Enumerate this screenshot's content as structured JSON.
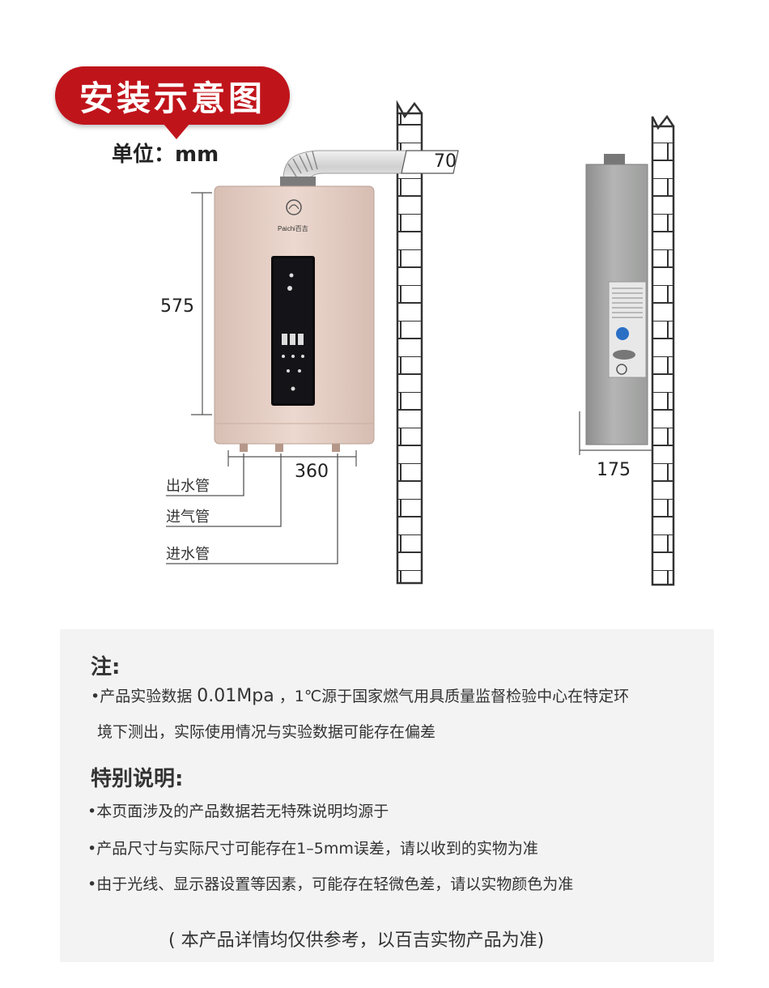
{
  "title": "安装示意图",
  "unit": "单位：mm",
  "dimensions": {
    "top": "70",
    "height": "575",
    "width": "360",
    "depth": "175"
  },
  "brand": "Paichi百吉",
  "pipes": [
    "出水管",
    "进气管",
    "进水管"
  ],
  "notes": {
    "heading": "注:",
    "line1_prefix": "•产品实验数据",
    "line1_value": "0.01Mpa",
    "line1_suffix": "，1℃源于国家燃气用具质量监督检验中心在特定环",
    "line2": "境下测出，实际使用情况与实验数据可能存在偏差",
    "special_heading": "特别说明:",
    "items": [
      "•本页面涉及的产品数据若无特殊说明均源于",
      "•产品尺寸与实际尺寸可能存在1–5mm误差，请以收到的实物为准",
      "•由于光线、显示器设置等因素，可能存在轻微色差，请以实物颜色为准"
    ],
    "footer": "( 本产品详情均仅供参考，以百吉实物产品为准)"
  },
  "colors": {
    "accent": "#c0141b",
    "panel": "#f3f3f3",
    "heater_front": "#e8d2c8",
    "heater_side": "#a9aaa9"
  }
}
